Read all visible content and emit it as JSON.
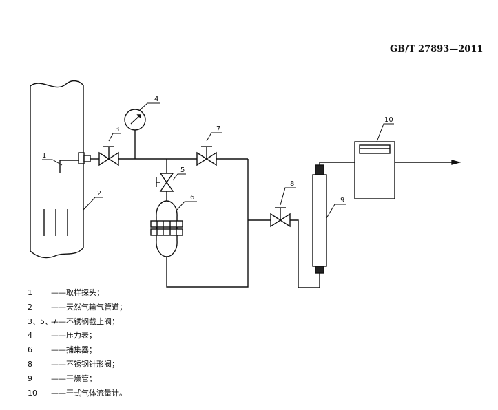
{
  "header": {
    "standard_code": "GB/T 27893—2011"
  },
  "callouts": [
    "1",
    "2",
    "3",
    "4",
    "5",
    "6",
    "7",
    "8",
    "9",
    "10"
  ],
  "legend": [
    {
      "num": "1",
      "text": "——取样探头；"
    },
    {
      "num": "2",
      "text": "——天然气输气管道；"
    },
    {
      "num": "3、5、7",
      "text": "——不锈钢截止阀；"
    },
    {
      "num": "4",
      "text": "——压力表；"
    },
    {
      "num": "6",
      "text": "——捕集器；"
    },
    {
      "num": "8",
      "text": "——不锈钢针形阀；"
    },
    {
      "num": "9",
      "text": "——干燥管；"
    },
    {
      "num": "10",
      "text": "——干式气体流量计。"
    }
  ]
}
